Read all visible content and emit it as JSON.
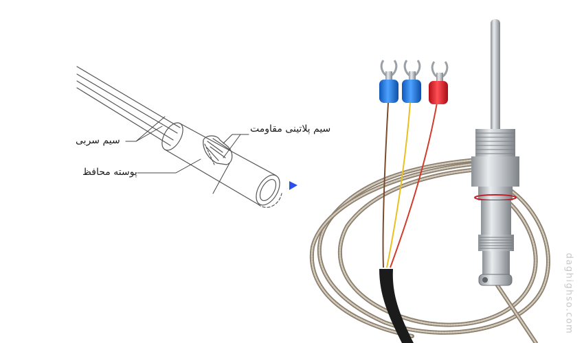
{
  "diagram": {
    "labels": {
      "platinum_wire": "سیم پلاتینی مقاومت",
      "lead_wire": "سیم سربی",
      "protective_sheath": "پوسته محافظ"
    }
  },
  "watermark": {
    "text": "daghighso.com"
  },
  "colors": {
    "terminal_blue": "#1e73d8",
    "terminal_red": "#e0202a",
    "wire_red": "#d23a2c",
    "wire_yellow": "#e8c020",
    "wire_brown": "#7a4a2a",
    "braid_metal": "#a89c8c",
    "steel": "#bfc3c7",
    "arrow_blue": "#2a4ef0"
  }
}
